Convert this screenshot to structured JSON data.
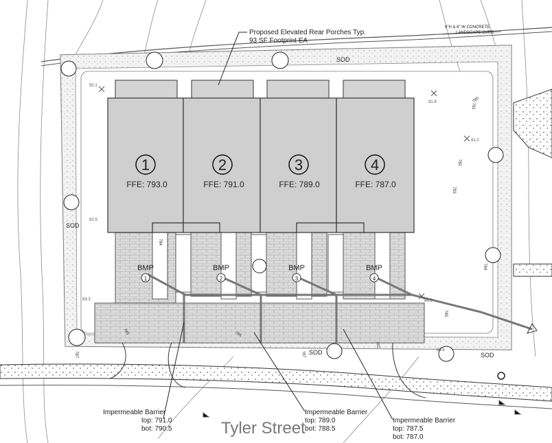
{
  "colors": {
    "building": "#cfcfcf",
    "line": "#333333",
    "background": "#ffffff",
    "text": "#222222"
  },
  "notes": {
    "porch_line1": "Proposed Elevated Rear Porches Typ.",
    "porch_line2": "93 SF Footprint EA",
    "curb_line1": "6\"H & 6\" W CONCRETE",
    "curb_line2": "LANDSCAPE CURB"
  },
  "units": [
    {
      "number": "1",
      "ffe": "FFE: 793.0",
      "bmp": "BMP",
      "bmp_number": "1"
    },
    {
      "number": "2",
      "ffe": "FFE: 791.0",
      "bmp": "BMP",
      "bmp_number": "2"
    },
    {
      "number": "3",
      "ffe": "FFE: 789.0",
      "bmp": "BMP",
      "bmp_number": "3"
    },
    {
      "number": "4",
      "ffe": "FFE: 787.0",
      "bmp": "BMP",
      "bmp_number": "4"
    }
  ],
  "barriers": [
    {
      "title": "Impermeable Barrier",
      "top": "top: 791.0",
      "bot": "bot: 790.5"
    },
    {
      "title": "Impermeable Barrier",
      "top": "top: 789.0",
      "bot": "bot: 788.5"
    },
    {
      "title": "Impermeable Barrier",
      "top": "top: 787.5",
      "bot": "bot: 787.0"
    }
  ],
  "sod_labels": [
    "SOD",
    "SOD",
    "SOD",
    "SOD"
  ],
  "street_name": "Tyler Street",
  "contours": [
    "780",
    "783",
    "784",
    "784",
    "785",
    "781",
    "782",
    "787",
    "785",
    "786",
    "787",
    "782"
  ],
  "spots": [
    "92.1",
    "81.8",
    "81.0",
    "82.5",
    "86.5",
    "86.5",
    "83.3"
  ]
}
